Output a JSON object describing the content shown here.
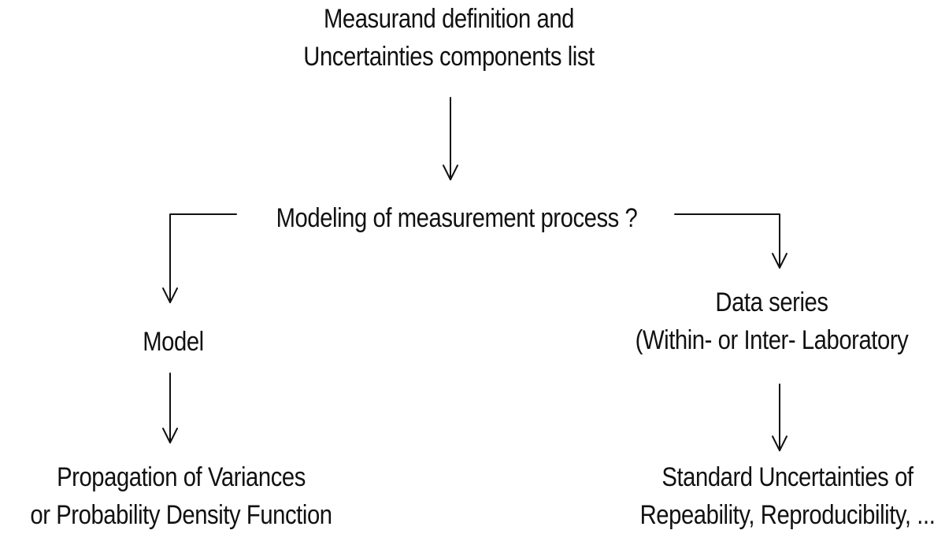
{
  "diagram": {
    "top": {
      "line1": "Measurand definition and",
      "line2": "Uncertainties components list"
    },
    "question": {
      "line1": "Modeling of measurement process ?"
    },
    "left_branch": {
      "label": "Model",
      "result_line1": "Propagation of Variances",
      "result_line2": "or Probability Density Function"
    },
    "right_branch": {
      "label_line1": "Data series",
      "label_line2": "(Within- or Inter- Laboratory",
      "result_line1": "Standard Uncertainties of",
      "result_line2": "Repeability, Reproducibility, ..."
    },
    "colors": {
      "text": "#111111",
      "connector": "#111111",
      "background": "#ffffff"
    }
  }
}
